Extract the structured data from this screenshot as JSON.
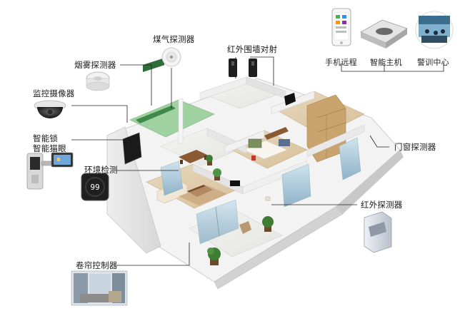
{
  "labels": {
    "gas_detector": "煤气探测器",
    "infrared_fence": "红外围墙对射",
    "smoke_detector": "烟雾探测器",
    "camera": "监控摄像器",
    "smart_lock": "智能锁",
    "smart_peephole": "智能猫眼",
    "env_monitor": "环境检测",
    "door_window_detector": "门窗探测器",
    "infrared_detector": "红外探测器",
    "curtain_controller": "卷帘控制器"
  },
  "top_right": {
    "phone": "手机远程",
    "host": "智能主机",
    "alarm_center": "警训中心"
  },
  "env_readout": "99"
}
